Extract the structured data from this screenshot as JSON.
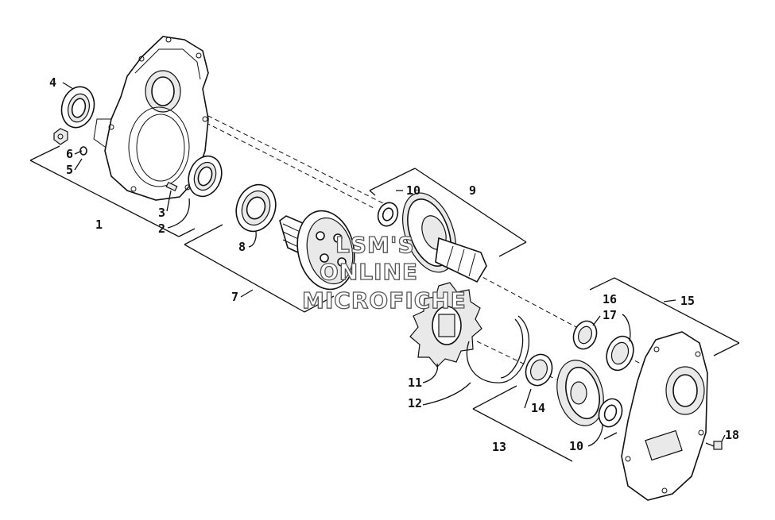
{
  "diagram": {
    "callouts": {
      "c1": "1",
      "c2": "2",
      "c3": "3",
      "c4": "4",
      "c5": "5",
      "c6": "6",
      "c7": "7",
      "c8": "8",
      "c9": "9",
      "c10a": "10",
      "c10b": "10",
      "c11": "11",
      "c12": "12",
      "c13": "13",
      "c14": "14",
      "c15": "15",
      "c16": "16",
      "c17": "17",
      "c18": "18"
    },
    "watermark": {
      "line1": "LSM'S",
      "line2": "ONLINE",
      "line3": "MICROFICHE"
    }
  }
}
